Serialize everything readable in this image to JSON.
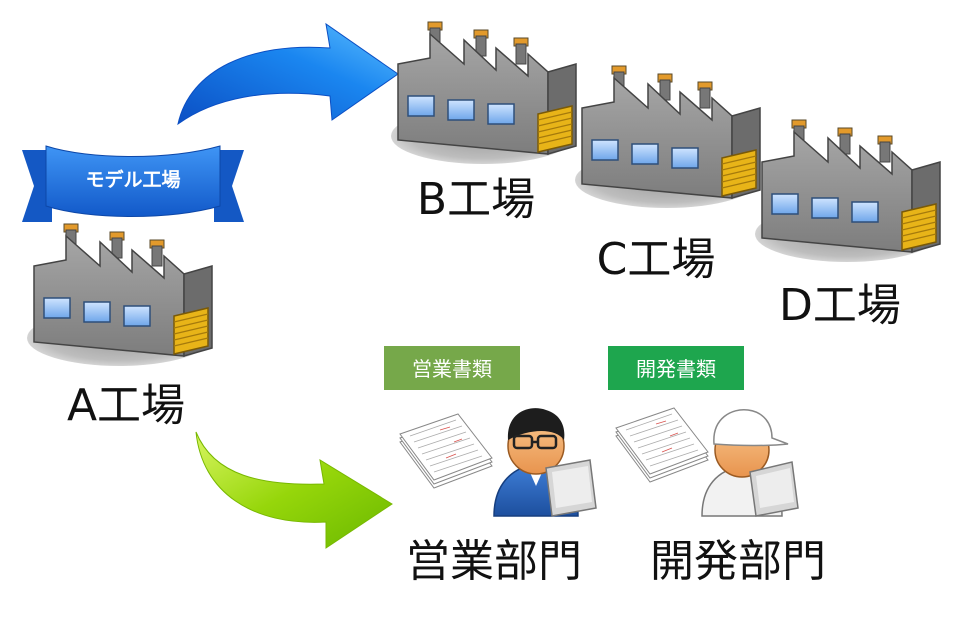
{
  "banner": {
    "label": "モデル工場"
  },
  "factories": {
    "a": {
      "label": "A工場"
    },
    "b": {
      "label": "B工場"
    },
    "c": {
      "label": "C工場"
    },
    "d": {
      "label": "D工場"
    }
  },
  "documents": {
    "sales": {
      "badge": "営業書類"
    },
    "dev": {
      "badge": "開発書類"
    }
  },
  "departments": {
    "sales": {
      "label": "営業部門"
    },
    "dev": {
      "label": "開発部門"
    }
  },
  "colors": {
    "banner_blue": "#1f6fd6",
    "arrow_blue": "#1476e8",
    "arrow_green": "#8fd400",
    "badge_green": "#76a84a",
    "badge_green_bright": "#1ea64e",
    "factory_gray": "#8c8c8c",
    "window_blue": "#7fb2ee",
    "shutter_yellow": "#e8b418"
  },
  "icons": [
    "factory-icon",
    "arrow-icon",
    "document-stack-icon",
    "salesperson-icon",
    "developer-icon",
    "banner-ribbon-icon"
  ]
}
